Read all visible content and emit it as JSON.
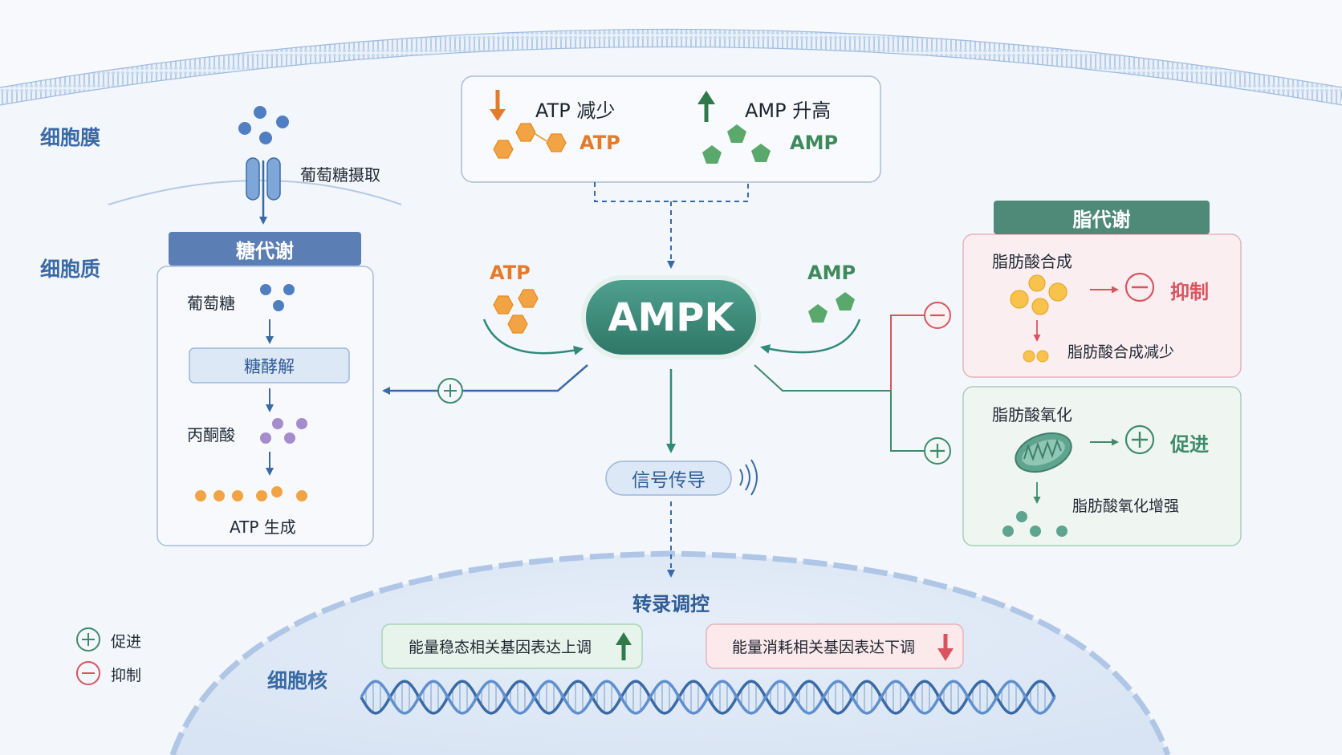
{
  "regions": {
    "membrane": "细胞膜",
    "cytoplasm": "细胞质",
    "nucleus": "细胞核"
  },
  "uptake_label": "葡萄糖摄取",
  "energy_box": {
    "atp_down": "ATP 减少",
    "amp_up": "AMP 升高",
    "atp": "ATP",
    "amp": "AMP"
  },
  "ampk": {
    "label": "AMPK",
    "atp_side": "ATP",
    "amp_side": "AMP"
  },
  "glucose_metabolism": {
    "title": "糖代谢",
    "glucose": "葡萄糖",
    "glycolysis": "糖酵解",
    "pyruvate": "丙酮酸",
    "atp_gen": "ATP 生成"
  },
  "lipid_metabolism": {
    "title": "脂代谢",
    "synthesis": {
      "title": "脂肪酸合成",
      "effect": "抑制",
      "result": "脂肪酸合成减少"
    },
    "oxidation": {
      "title": "脂肪酸氧化",
      "effect": "促进",
      "result": "脂肪酸氧化增强"
    }
  },
  "signal": "信号传导",
  "transcription": {
    "title": "转录调控",
    "up": "能量稳态相关基因表达上调",
    "down": "能量消耗相关基因表达下调"
  },
  "legend": {
    "promote": "促进",
    "inhibit": "抑制"
  },
  "colors": {
    "ampk": "#3f8a7c",
    "glucose_header": "#5b7fb5",
    "lipid_header": "#4e8a77",
    "atp_orange": "#f2a344",
    "amp_green": "#5aa86b",
    "inhibit_red": "#d9545f",
    "promote_green": "#3f8a6c",
    "region_blue": "#3a6aa5"
  }
}
